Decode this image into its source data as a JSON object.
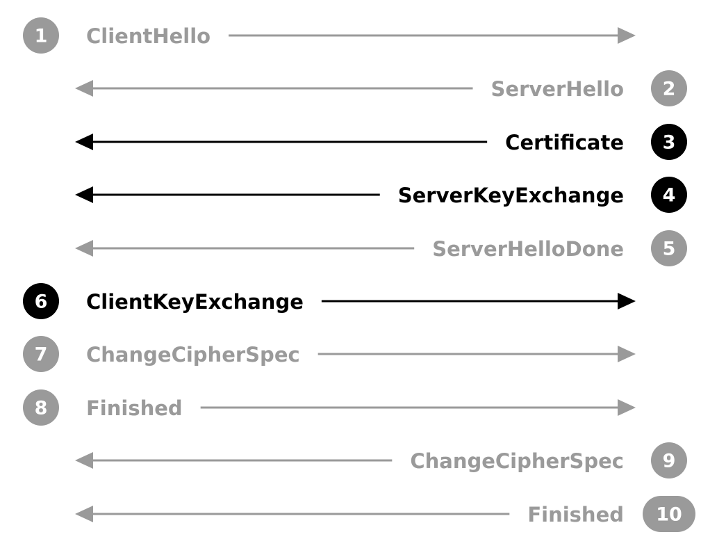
{
  "colors": {
    "highlight": "#000000",
    "muted": "#9a9a9a",
    "badge_text": "#ffffff",
    "background": "#ffffff"
  },
  "messages": [
    {
      "step": "1",
      "label": "ClientHello",
      "direction": "to-server",
      "highlighted": false
    },
    {
      "step": "2",
      "label": "ServerHello",
      "direction": "to-client",
      "highlighted": false
    },
    {
      "step": "3",
      "label": "Certificate",
      "direction": "to-client",
      "highlighted": true
    },
    {
      "step": "4",
      "label": "ServerKeyExchange",
      "direction": "to-client",
      "highlighted": true
    },
    {
      "step": "5",
      "label": "ServerHelloDone",
      "direction": "to-client",
      "highlighted": false
    },
    {
      "step": "6",
      "label": "ClientKeyExchange",
      "direction": "to-server",
      "highlighted": true
    },
    {
      "step": "7",
      "label": "ChangeCipherSpec",
      "direction": "to-server",
      "highlighted": false
    },
    {
      "step": "8",
      "label": "Finished",
      "direction": "to-server",
      "highlighted": false
    },
    {
      "step": "9",
      "label": "ChangeCipherSpec",
      "direction": "to-client",
      "highlighted": false
    },
    {
      "step": "10",
      "label": "Finished",
      "direction": "to-client",
      "highlighted": false
    }
  ]
}
